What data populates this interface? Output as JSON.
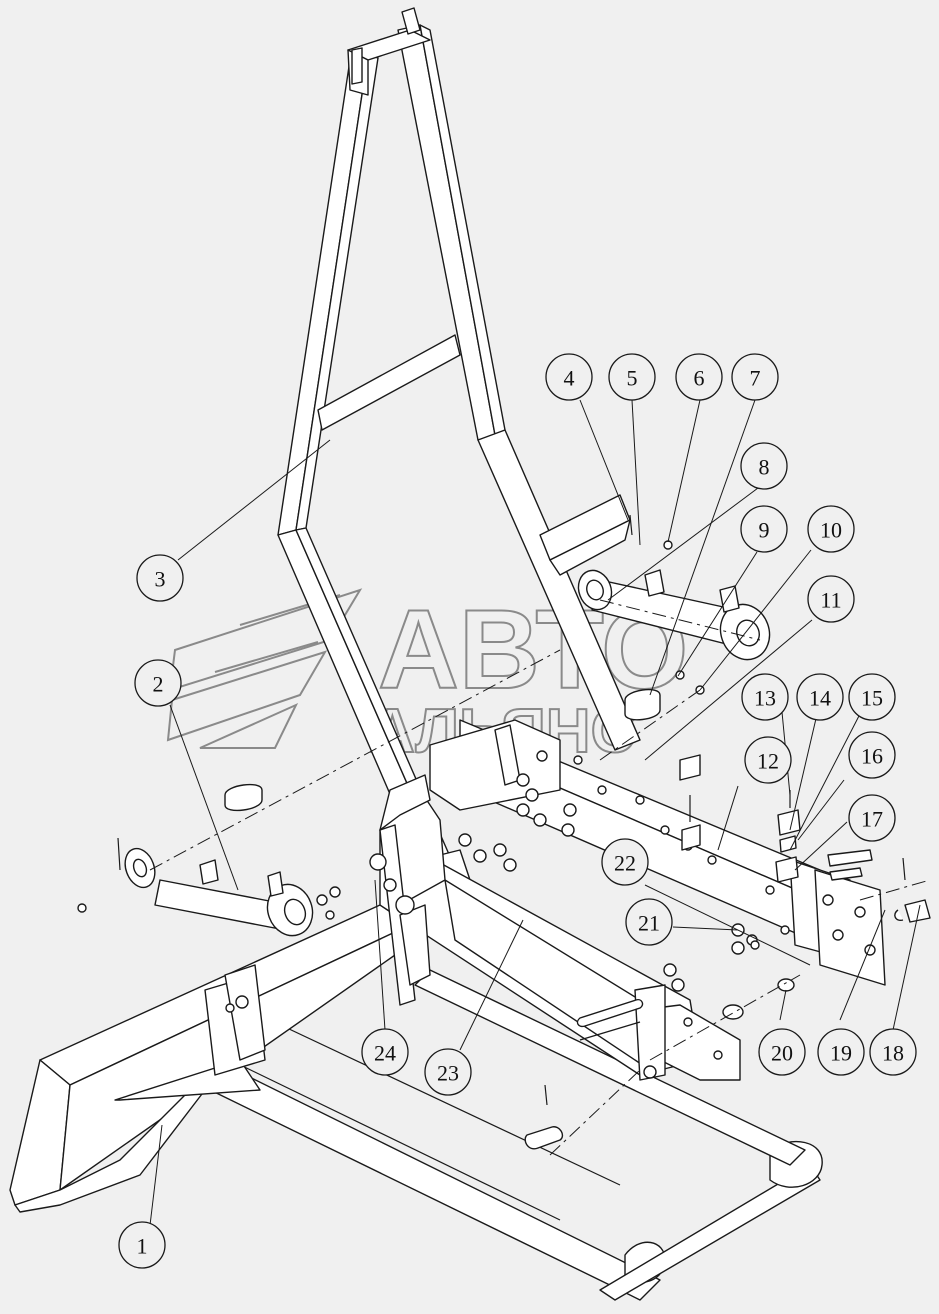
{
  "diagram": {
    "watermark": {
      "line1": "АВТО",
      "line2": "АЛЬЯНС"
    },
    "callouts": [
      {
        "label": "1"
      },
      {
        "label": "2"
      },
      {
        "label": "3"
      },
      {
        "label": "4"
      },
      {
        "label": "5"
      },
      {
        "label": "6"
      },
      {
        "label": "7"
      },
      {
        "label": "8"
      },
      {
        "label": "9"
      },
      {
        "label": "10"
      },
      {
        "label": "11"
      },
      {
        "label": "12"
      },
      {
        "label": "13"
      },
      {
        "label": "14"
      },
      {
        "label": "15"
      },
      {
        "label": "16"
      },
      {
        "label": "17"
      },
      {
        "label": "18"
      },
      {
        "label": "19"
      },
      {
        "label": "20"
      },
      {
        "label": "21"
      },
      {
        "label": "22"
      },
      {
        "label": "23"
      },
      {
        "label": "24"
      }
    ]
  }
}
